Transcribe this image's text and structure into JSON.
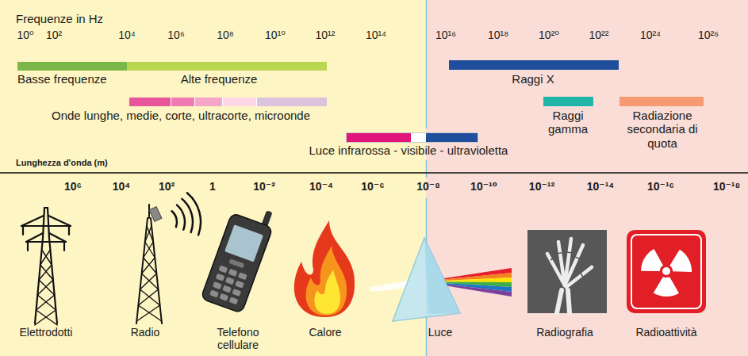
{
  "diagram": {
    "title": "Frequenze in Hz",
    "nodes": [
      {
        "text": [
          "Basse frequenze"
        ]
      },
      {
        "text": [
          "Alte frequenze"
        ]
      },
      {
        "text": [
          "Onde lunghe, medie, corte, ultracorte, microonde"
        ]
      },
      {
        "text": [
          "Luce infrarossa - visibile - ultravioletta"
        ]
      },
      {
        "text": [
          "Raggi X"
        ]
      },
      {
        "text": [
          "Raggi gamma"
        ]
      },
      {
        "text": [
          "Radiazione secondaria di quota"
        ]
      }
    ],
    "labels": [
      "10⁰",
      "10²",
      "10⁴",
      "10⁶",
      "10⁸",
      "10¹⁰",
      "10¹²",
      "10¹⁴",
      "10¹⁶",
      "10¹⁸",
      "10²⁰",
      "10²²",
      "10²⁴",
      "10²⁶",
      "Lunghezza d'onda (m)",
      "10⁶",
      "10⁴",
      "10²",
      "1",
      "10⁻²",
      "10⁻⁴",
      "10⁻⁶",
      "10⁻⁸",
      "10⁻¹⁰",
      "10⁻¹²",
      "10⁻¹⁴",
      "10⁻¹⁶",
      "10⁻¹⁸",
      "Elettrodotti",
      "Radio",
      "Telefono cellulare",
      "Calore",
      "Luce",
      "Radiografia",
      "Radioattività"
    ]
  }
}
